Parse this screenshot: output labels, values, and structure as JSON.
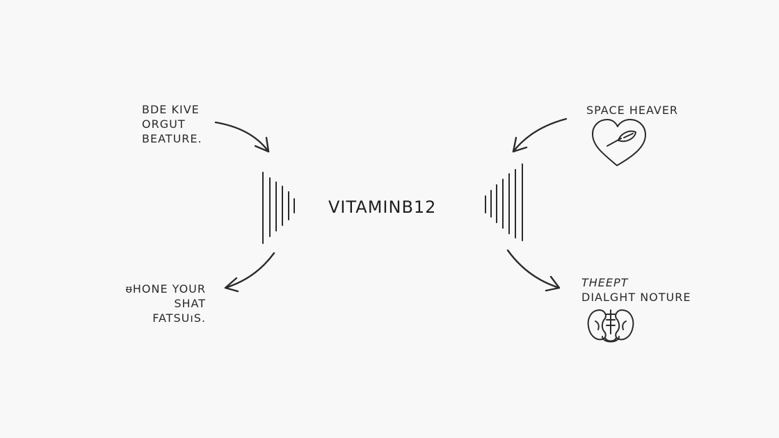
{
  "center": {
    "title": "VITAMINB12"
  },
  "nodes": {
    "top_left": {
      "lines": [
        "BDE KIVE",
        "ORGUT",
        "BEATURE."
      ]
    },
    "top_right": {
      "lines": [
        "SPACE HEAVER"
      ],
      "icon": "heart-with-leaf-icon"
    },
    "bottom_left": {
      "lines": [
        "ᵿHONE YOUR",
        "SHAT",
        "FATSUıS."
      ]
    },
    "bottom_right": {
      "lines": [
        "THEEPT",
        "DIALGHT NOTURE"
      ],
      "icon": "kidneys-organ-icon"
    }
  },
  "colors": {
    "ink": "#2a2a2a",
    "background": "#f8f8f8"
  }
}
